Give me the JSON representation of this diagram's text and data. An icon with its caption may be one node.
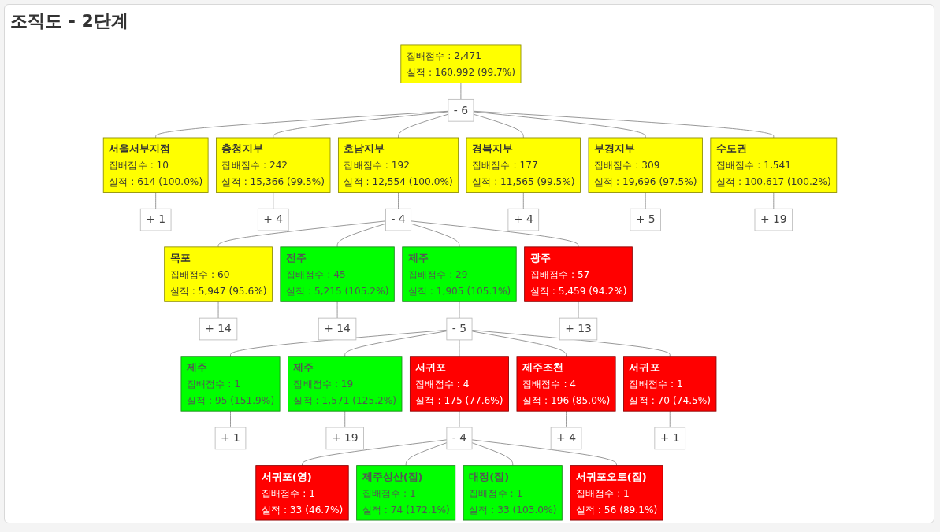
{
  "diagram": {
    "title": "조직도 - 2단계",
    "nodes": [
      {
        "text": [
          "집배점수 : 2,471",
          "실적 : 160,992 (99.7%)"
        ]
      },
      {
        "text": [
          "- 6"
        ]
      },
      {
        "text": [
          "서울서부지점",
          "집배점수 : 10",
          "실적 : 614 (100.0%)"
        ]
      },
      {
        "text": [
          "충청지부",
          "집배점수 : 242",
          "실적 : 15,366 (99.5%)"
        ]
      },
      {
        "text": [
          "호남지부",
          "집배점수 : 192",
          "실적 : 12,554 (100.0%)"
        ]
      },
      {
        "text": [
          "경북지부",
          "집배점수 : 177",
          "실적 : 11,565 (99.5%)"
        ]
      },
      {
        "text": [
          "부경지부",
          "집배점수 : 309",
          "실적 : 19,696 (97.5%)"
        ]
      },
      {
        "text": [
          "수도권",
          "집배점수 : 1,541",
          "실적 : 100,617 (100.2%)"
        ]
      },
      {
        "text": [
          "+ 1"
        ]
      },
      {
        "text": [
          "+ 4"
        ]
      },
      {
        "text": [
          "- 4"
        ]
      },
      {
        "text": [
          "+ 4"
        ]
      },
      {
        "text": [
          "+ 5"
        ]
      },
      {
        "text": [
          "+ 19"
        ]
      },
      {
        "text": [
          "목포",
          "집배점수 : 60",
          "실적 : 5,947 (95.6%)"
        ]
      },
      {
        "text": [
          "전주",
          "집배점수 : 45",
          "실적 : 5,215 (105.2%)"
        ]
      },
      {
        "text": [
          "제주",
          "집배점수 : 29",
          "실적 : 1,905 (105.1%)"
        ]
      },
      {
        "text": [
          "광주",
          "집배점수 : 57",
          "실적 : 5,459 (94.2%)"
        ]
      },
      {
        "text": [
          "+ 14"
        ]
      },
      {
        "text": [
          "+ 14"
        ]
      },
      {
        "text": [
          "- 5"
        ]
      },
      {
        "text": [
          "+ 13"
        ]
      },
      {
        "text": [
          "제주",
          "집배점수 : 1",
          "실적 : 95 (151.9%)"
        ]
      },
      {
        "text": [
          "제주",
          "집배점수 : 19",
          "실적 : 1,571 (125.2%)"
        ]
      },
      {
        "text": [
          "서귀포",
          "집배점수 : 4",
          "실적 : 175 (77.6%)"
        ]
      },
      {
        "text": [
          "제주조천",
          "집배점수 : 4",
          "실적 : 196 (85.0%)"
        ]
      },
      {
        "text": [
          "서귀포",
          "집배점수 : 1",
          "실적 : 70 (74.5%)"
        ]
      },
      {
        "text": [
          "+ 1"
        ]
      },
      {
        "text": [
          "+ 19"
        ]
      },
      {
        "text": [
          "- 4"
        ]
      },
      {
        "text": [
          "+ 4"
        ]
      },
      {
        "text": [
          "+ 1"
        ]
      },
      {
        "text": [
          "서귀포(영)",
          "집배점수 : 1",
          "실적 : 33 (46.7%)"
        ]
      },
      {
        "text": [
          "제주성산(집)",
          "집배점수 : 1",
          "실적 : 74 (172.1%)"
        ]
      },
      {
        "text": [
          "대정(집)",
          "집배점수 : 1",
          "실적 : 33 (103.0%)"
        ]
      },
      {
        "text": [
          "서귀포오토(집)",
          "집배점수 : 1",
          "실적 : 56 (89.1%)"
        ]
      }
    ],
    "edges": [
      {
        "from": 0,
        "to": 1,
        "arrow": "none"
      },
      {
        "from": 1,
        "to": 2,
        "arrow": "none"
      },
      {
        "from": 1,
        "to": 3,
        "arrow": "none"
      },
      {
        "from": 1,
        "to": 4,
        "arrow": "none"
      },
      {
        "from": 1,
        "to": 5,
        "arrow": "none"
      },
      {
        "from": 1,
        "to": 6,
        "arrow": "none"
      },
      {
        "from": 1,
        "to": 7,
        "arrow": "none"
      },
      {
        "from": 2,
        "to": 8,
        "arrow": "none"
      },
      {
        "from": 3,
        "to": 9,
        "arrow": "none"
      },
      {
        "from": 4,
        "to": 10,
        "arrow": "none"
      },
      {
        "from": 5,
        "to": 11,
        "arrow": "none"
      },
      {
        "from": 6,
        "to": 12,
        "arrow": "none"
      },
      {
        "from": 7,
        "to": 13,
        "arrow": "none"
      },
      {
        "from": 10,
        "to": 14,
        "arrow": "none"
      },
      {
        "from": 10,
        "to": 15,
        "arrow": "none"
      },
      {
        "from": 10,
        "to": 16,
        "arrow": "none"
      },
      {
        "from": 10,
        "to": 17,
        "arrow": "none"
      },
      {
        "from": 14,
        "to": 18,
        "arrow": "none"
      },
      {
        "from": 15,
        "to": 19,
        "arrow": "none"
      },
      {
        "from": 16,
        "to": 20,
        "arrow": "none"
      },
      {
        "from": 17,
        "to": 21,
        "arrow": "none"
      },
      {
        "from": 20,
        "to": 22,
        "arrow": "none"
      },
      {
        "from": 20,
        "to": 23,
        "arrow": "none"
      },
      {
        "from": 20,
        "to": 24,
        "arrow": "none"
      },
      {
        "from": 20,
        "to": 25,
        "arrow": "none"
      },
      {
        "from": 20,
        "to": 26,
        "arrow": "none"
      },
      {
        "from": 22,
        "to": 27,
        "arrow": "none"
      },
      {
        "from": 23,
        "to": 28,
        "arrow": "none"
      },
      {
        "from": 24,
        "to": 29,
        "arrow": "none"
      },
      {
        "from": 25,
        "to": 30,
        "arrow": "none"
      },
      {
        "from": 26,
        "to": 31,
        "arrow": "none"
      },
      {
        "from": 29,
        "to": 32,
        "arrow": "none"
      },
      {
        "from": 29,
        "to": 33,
        "arrow": "none"
      },
      {
        "from": 29,
        "to": 34,
        "arrow": "none"
      },
      {
        "from": 29,
        "to": 35,
        "arrow": "none"
      }
    ]
  }
}
